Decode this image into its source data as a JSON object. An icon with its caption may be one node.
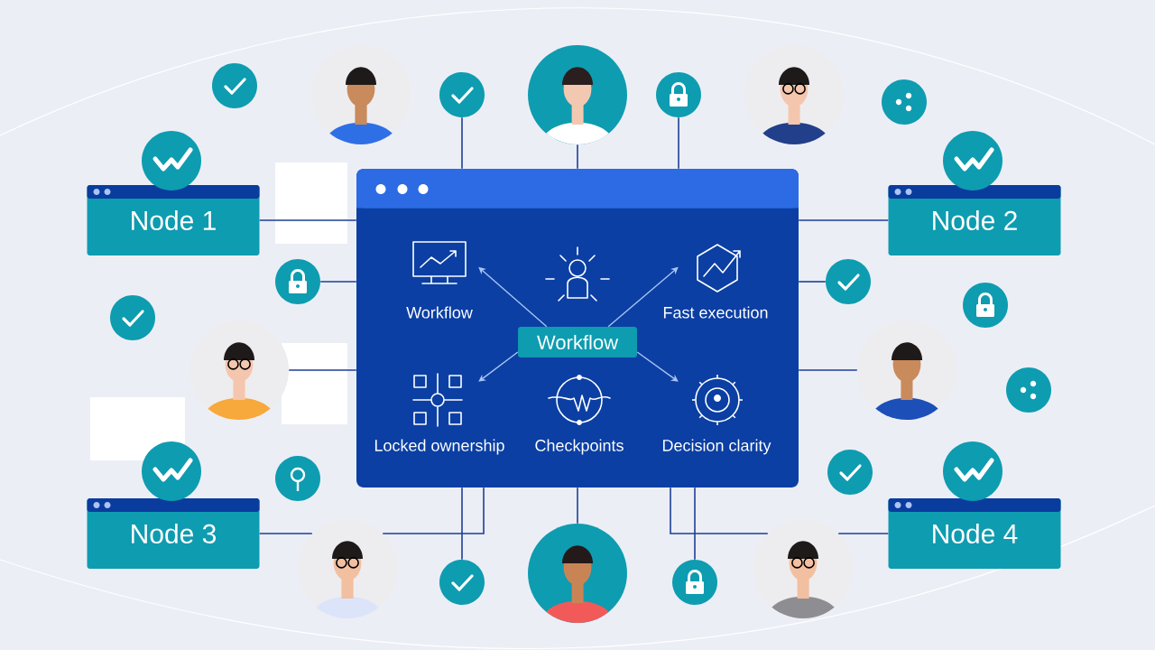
{
  "diagram": {
    "nodes": [
      {
        "text": [
          "Node 1"
        ]
      },
      {
        "text": [
          "Node 2"
        ]
      },
      {
        "text": [],
        "shape": "box"
      },
      {
        "text": [
          "Workflow"
        ],
        "in": 2
      },
      {
        "text": [
          "Fast execution"
        ],
        "in": 2
      },
      {
        "text": [
          "Workflow"
        ],
        "in": 2
      },
      {
        "text": [
          "Locked ownership"
        ],
        "in": 2
      },
      {
        "text": [
          "Checkpoints"
        ],
        "in": 2
      },
      {
        "text": [
          "Decision clarity"
        ],
        "in": 2
      },
      {
        "text": [
          "Node 3"
        ]
      },
      {
        "text": [
          "Node 4"
        ]
      },
      {
        "text": [],
        "shape": "circle"
      },
      {
        "text": [],
        "shape": "person"
      },
      {
        "text": [],
        "shape": "circle"
      },
      {
        "text": [],
        "shape": "circle"
      },
      {
        "text": [],
        "shape": "person"
      },
      {
        "text": [],
        "shape": "circle"
      },
      {
        "text": [],
        "shape": "person"
      },
      {
        "text": [],
        "shape": "person"
      },
      {
        "text": [],
        "shape": "circle"
      },
      {
        "text": [],
        "shape": "person"
      },
      {
        "text": [],
        "shape": "circle"
      },
      {
        "text": [],
        "shape": "person"
      },
      {
        "text": [],
        "shape": "person"
      },
      {
        "text": [],
        "shape": "person"
      }
    ],
    "edges": [
      {
        "from": 5,
        "to": 3,
        "arrow": "to",
        "color": "#a9c4f5"
      },
      {
        "from": 5,
        "to": 4,
        "arrow": "to",
        "color": "#a9c4f5"
      },
      {
        "from": 5,
        "to": 6,
        "arrow": "to",
        "color": "#a9c4f5"
      },
      {
        "from": 5,
        "to": 8,
        "arrow": "to",
        "color": "#a9c4f5"
      },
      {
        "from": 0,
        "to": 2,
        "arrow": "none"
      },
      {
        "from": 1,
        "to": 2,
        "arrow": "none"
      },
      {
        "from": 11,
        "to": 2,
        "arrow": "none"
      },
      {
        "from": 12,
        "to": 2,
        "arrow": "none"
      },
      {
        "from": 13,
        "to": 2,
        "arrow": "none"
      },
      {
        "from": 14,
        "to": 2,
        "arrow": "none"
      },
      {
        "from": 15,
        "to": 2,
        "arrow": "none"
      },
      {
        "from": 16,
        "to": 2,
        "arrow": "none"
      },
      {
        "from": 17,
        "to": 2,
        "arrow": "none"
      },
      {
        "from": 9,
        "to": 18,
        "arrow": "none"
      },
      {
        "from": 18,
        "to": 2,
        "arrow": "none"
      },
      {
        "from": 19,
        "to": 2,
        "arrow": "none"
      },
      {
        "from": 20,
        "to": 2,
        "arrow": "none"
      },
      {
        "from": 21,
        "to": 2,
        "arrow": "none"
      },
      {
        "from": 22,
        "to": 2,
        "arrow": "none"
      },
      {
        "from": 22,
        "to": 10,
        "arrow": "none"
      }
    ]
  }
}
